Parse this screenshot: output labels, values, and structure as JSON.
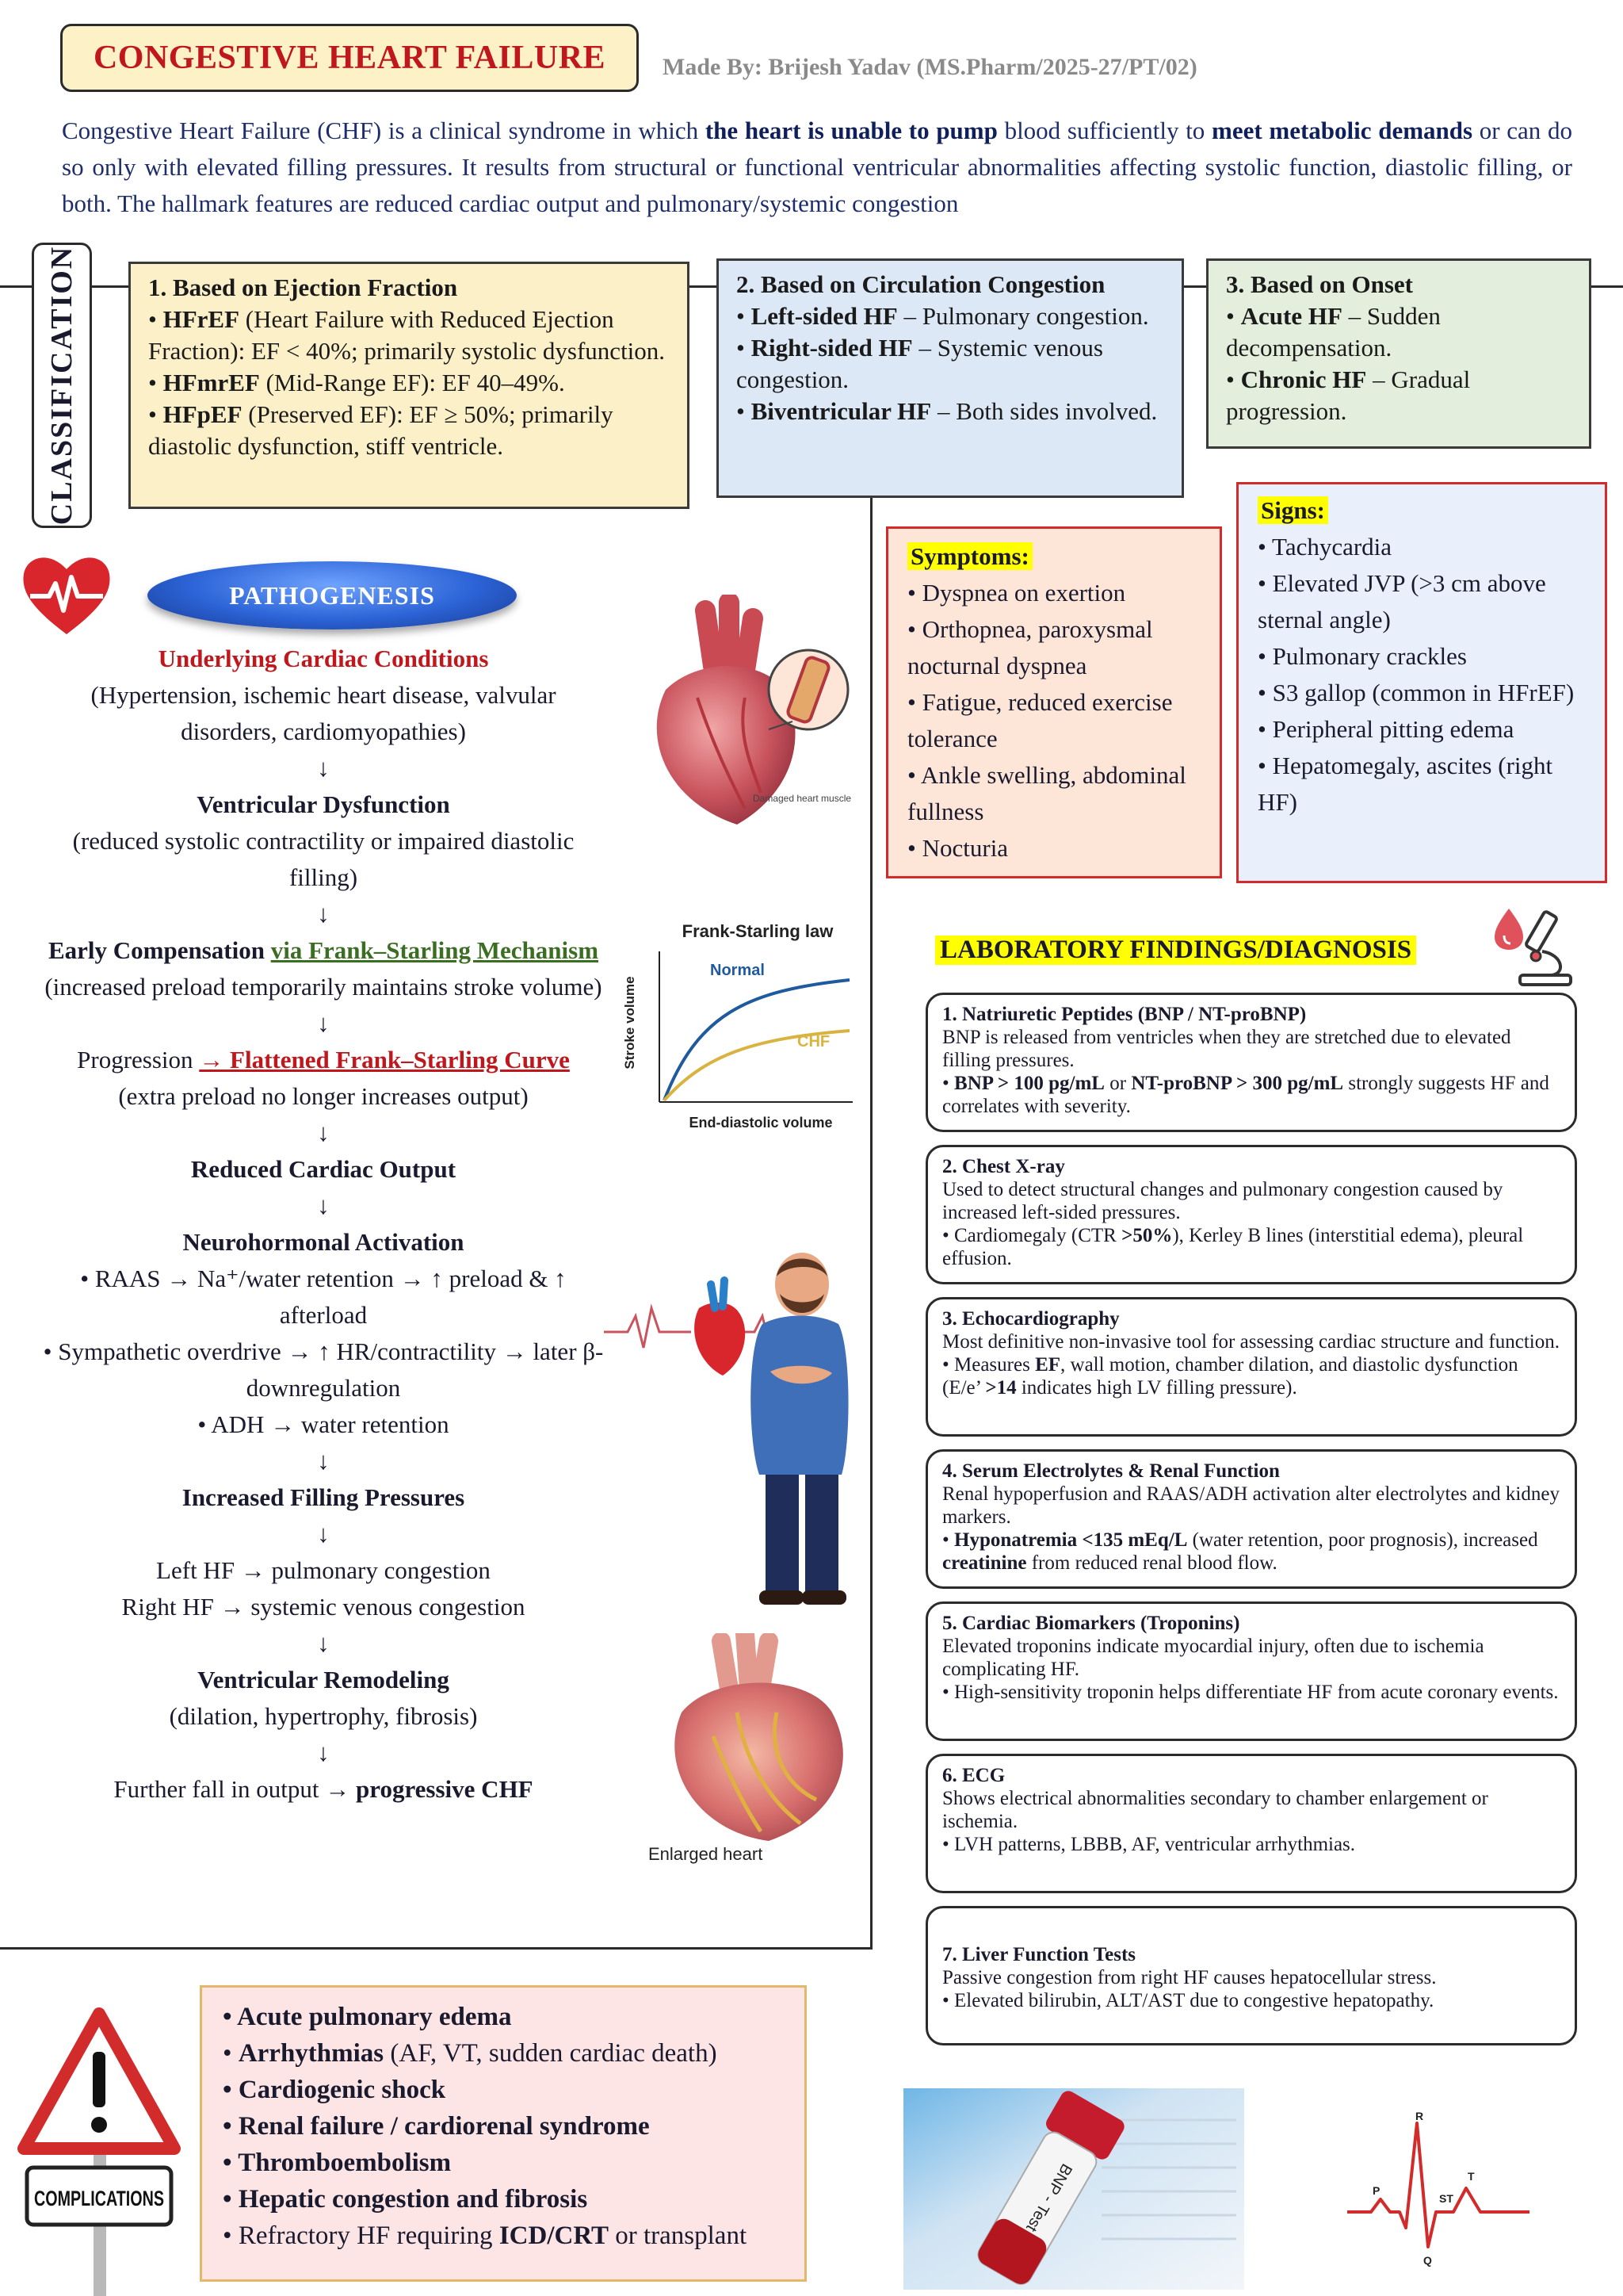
{
  "title": "CONGESTIVE HEART FAILURE",
  "author": "Made By: Brijesh Yadav (MS.Pharm/2025-27/PT/02)",
  "intro": {
    "p1": "Congestive Heart Failure (CHF) is a clinical syndrome in which ",
    "b1": "the heart is unable to pump",
    "p2": " blood sufficiently to ",
    "b2": "meet metabolic demands",
    "p3": " or can do so only with elevated filling pressures. It results from structural or functional ventricular abnormalities affecting systolic function, diastolic filling, or both. The hallmark features are reduced cardiac output and pulmonary/systemic congestion"
  },
  "classification": {
    "tab": "CLASSIFICATION",
    "box1": {
      "heading": "1. Based on Ejection Fraction",
      "i1b": "HFrEF",
      "i1t": " (Heart Failure with Reduced Ejection Fraction): EF < 40%; primarily systolic dysfunction.",
      "i2b": "HFmrEF",
      "i2t": " (Mid-Range EF): EF 40–49%.",
      "i3b": "HFpEF",
      "i3t": " (Preserved EF): EF ≥ 50%; primarily diastolic dysfunction, stiff ventricle."
    },
    "box2": {
      "heading": "2. Based on Circulation Congestion",
      "i1b": "Left-sided HF",
      "i1t": " – Pulmonary congestion.",
      "i2b": "Right-sided HF",
      "i2t": " – Systemic venous congestion.",
      "i3b": "Biventricular HF",
      "i3t": " – Both sides involved."
    },
    "box3": {
      "heading": "3. Based on Onset",
      "i1b": "Acute HF",
      "i1t": " – Sudden decompensation.",
      "i2b": "Chronic HF",
      "i2t": " – Gradual progression."
    }
  },
  "signs": {
    "label": "Signs:",
    "items": [
      "Tachycardia",
      "Elevated JVP (>3 cm above sternal angle)",
      "Pulmonary crackles",
      "S3 gallop (common in HFrEF)",
      "Peripheral pitting edema",
      "Hepatomegaly, ascites (right HF)"
    ]
  },
  "symptoms": {
    "label": "Symptoms:",
    "items": [
      "Dyspnea on exertion",
      "Orthopnea, paroxysmal nocturnal dyspnea",
      "Fatigue, reduced exercise tolerance",
      "Ankle swelling, abdominal fullness",
      "Nocturia"
    ]
  },
  "pathogenesis": {
    "pill": "PATHOGENESIS",
    "s1h": "Underlying Cardiac Conditions",
    "s1t": "(Hypertension, ischemic heart disease, valvular disorders, cardiomyopathies)",
    "arrow": "↓",
    "s2h": "Ventricular Dysfunction",
    "s2t": "(reduced systolic contractility or impaired diastolic filling)",
    "s3h": "Early Compensation ",
    "s3g": "via Frank–Starling Mechanism",
    "s3t": "(increased preload temporarily maintains stroke volume)",
    "s4a": "Progression ",
    "s4r": "→ Flattened Frank–Starling Curve",
    "s4t": "(extra preload no longer increases output)",
    "s5h": "Reduced Cardiac Output",
    "s6h": "Neurohormonal Activation",
    "s6a": "• RAAS → Na⁺/water retention → ↑ preload & ↑ afterload",
    "s6b": "• Sympathetic overdrive → ↑ HR/contractility → later β-downregulation",
    "s6c": "• ADH → water retention",
    "s7h": "Increased Filling Pressures",
    "s7a": "Left HF → pulmonary congestion",
    "s7b": "Right HF → systemic venous congestion",
    "s8h": "Ventricular Remodeling",
    "s8t": "(dilation, hypertrophy, fibrosis)",
    "s9a": "Further fall in output → ",
    "s9b": "progressive CHF"
  },
  "frank_starling": {
    "title": "Frank-Starling law",
    "ylabel": "Stroke volume",
    "xlabel": "End-diastolic volume",
    "normal": "Normal",
    "chf": "CHF",
    "normal_color": "#1f5a9e",
    "chf_color": "#d9b340"
  },
  "images": {
    "damaged_caption": "Damaged heart muscle",
    "enlarged_caption": "Enlarged heart",
    "bnp_label": "BNP - Test",
    "ecg_labels": {
      "r": "R",
      "p": "P",
      "q": "Q",
      "st": "ST",
      "t": "T"
    },
    "complications_sign": "COMPLICATIONS"
  },
  "lab": {
    "title": "LABORATORY FINDINGS/DIAGNOSIS",
    "c1": {
      "h": "1. Natriuretic Peptides (BNP / NT-proBNP)",
      "t": "BNP is released from ventricles when they are stretched due to elevated filling pressures.",
      "b1": "BNP > 100 pg/mL",
      "m": " or ",
      "b2": "NT-proBNP > 300 pg/mL",
      "e": " strongly suggests HF and correlates with severity."
    },
    "c2": {
      "h": "2. Chest X-ray",
      "t": "Used to detect structural changes and pulmonary congestion caused by increased left-sided pressures.",
      "a": "• Cardiomegaly (CTR ",
      "b": ">50%",
      "e": "), Kerley B lines (interstitial edema), pleural effusion."
    },
    "c3": {
      "h": "3. Echocardiography",
      "t": "Most definitive non-invasive tool for assessing cardiac structure and function.",
      "a": "• Measures ",
      "b1": "EF",
      "m": ", wall motion, chamber dilation, and diastolic dysfunction (E/e’ ",
      "b2": ">14",
      "e": " indicates high LV filling pressure)."
    },
    "c4": {
      "h": "4. Serum Electrolytes & Renal Function",
      "t": "Renal hypoperfusion and RAAS/ADH activation alter electrolytes and kidney markers.",
      "b1": "Hyponatremia <135 mEq/L",
      "m": " (water retention, poor prognosis), increased ",
      "b2": "creatinine",
      "e": " from reduced renal blood flow."
    },
    "c5": {
      "h": "5. Cardiac Biomarkers (Troponins)",
      "t": "Elevated troponins indicate myocardial injury, often due to ischemia complicating HF.",
      "e": "• High-sensitivity troponin helps differentiate HF from acute coronary events."
    },
    "c6": {
      "h": "6. ECG",
      "t": "Shows electrical abnormalities secondary to chamber enlargement or ischemia.",
      "e": "• LVH patterns, LBBB, AF, ventricular arrhythmias."
    },
    "c7": {
      "h": "7. Liver Function Tests",
      "t": "Passive congestion from right HF causes hepatocellular stress.",
      "e": "• Elevated bilirubin, ALT/AST due to congestive hepatopathy."
    }
  },
  "complications": {
    "i1": "Acute pulmonary edema",
    "i2b": "Arrhythmias",
    "i2t": " (AF, VT, sudden cardiac death)",
    "i3": "Cardiogenic shock",
    "i4": "Renal failure / cardiorenal syndrome",
    "i5": "Thromboembolism",
    "i6": "Hepatic congestion and fibrosis",
    "i7a": "Refractory HF requiring ",
    "i7b": "ICD/CRT",
    "i7c": " or transplant"
  },
  "colors": {
    "title_red": "#c0171c",
    "intro_blue": "#1d2d6b",
    "pill_blue": "#2c63d6",
    "highlight": "#ffff00"
  }
}
